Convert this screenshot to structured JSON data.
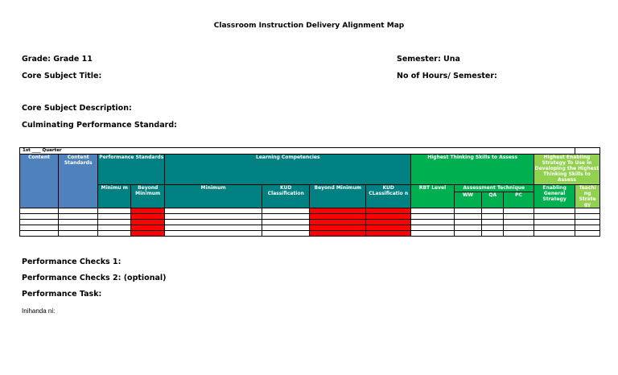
{
  "document": {
    "title": "Classroom Instruction Delivery Alignment Map",
    "grade": "Grade: Grade 11",
    "semester": "Semester: Una",
    "core_subject_title": "Core Subject Title:",
    "hours": "No of Hours/ Semester:",
    "description": "Core Subject Description:",
    "culminating": "Culminating Performance Standard:"
  },
  "table": {
    "quarter": "1st ____ Quarter",
    "headers": {
      "content": "Content",
      "content_standards": "Content Standards",
      "performance_standards": "Performance Standards",
      "learning_competencies": "Learning Competencies",
      "highest_thinking": "Highest Thinking Skills to Assess",
      "enabling_strategy": "Highest Enabling Strategy To Use in Developing the Highest Thinking Skills to Assess",
      "ps_minimum": "Minimu m",
      "ps_beyond": "Beyond Minimum",
      "lc_minimum": "Minimum",
      "kud1": "KUD Classification",
      "lc_beyond": "Beyond Minimum",
      "kud2": "KUD CLassificatio n",
      "rbt": "RBT Level",
      "assessment": "Assessment Technique",
      "ww": "WW",
      "qa": "QA",
      "pc": "PC",
      "enabling_general": "Enabling General Strategy",
      "teaching": "Teachi ng Strate gy"
    }
  },
  "footer": {
    "check1": "Performance Checks 1:",
    "check2": "Performance Checks 2: (optional)",
    "task": "Performance Task:",
    "prepared": "Inihanda ni:"
  }
}
